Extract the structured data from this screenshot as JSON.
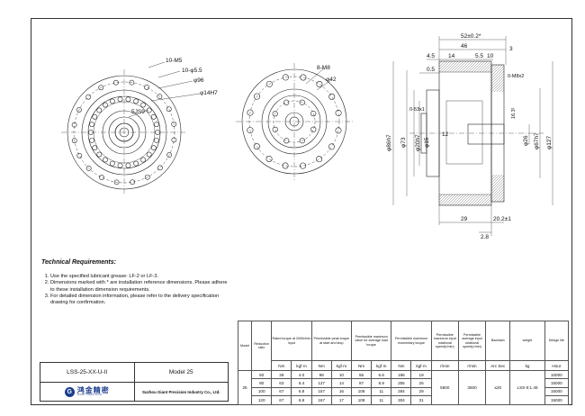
{
  "drawing": {
    "front_view": {
      "label_holes": "10-M5",
      "label_pin_holes": "10-φ5.5",
      "label_pcd": "φ96",
      "label_pilot": "φ14H7",
      "label_input": "5JS9"
    },
    "rear_view": {
      "label_holes": "8-M8",
      "label_pcd": "φ42"
    },
    "section_view": {
      "top_dims": [
        "52±0.2*",
        "46",
        "3",
        "4.5",
        "14",
        "5.5",
        "10",
        "0.5",
        "0-M8x2"
      ],
      "left_dims": [
        "0-53x1",
        "φ86h7",
        "φ73",
        "φ20h7",
        "φ15",
        "12"
      ],
      "right_dims": [
        "φ26",
        "φ67h7",
        "φ127",
        "16.3¹"
      ],
      "bottom_dims": [
        "29",
        "20.2±1",
        "2.8"
      ]
    }
  },
  "technical_requirements": {
    "title": "Technical Requirements:",
    "items": [
      "Use the specified lubricant grease: LF-2 or LF-3.",
      "Dimensions marked with * are installation reference dimensions. Please adhere to these installation dimension requirements.",
      "For detailed dimension information, please refer to the delivery specification drawing for confirmation."
    ]
  },
  "title_block": {
    "part_number": "LSS-25-XX-U-II",
    "model": "Model 25",
    "logo_cn": "鸿金精密",
    "logo_en": "GIANT PRECISION",
    "company": "Suzhou Giant Precision Industry Co., Ltd."
  },
  "spec_table": {
    "headers": [
      "Model",
      "Reduction ratio",
      "Rated torque at 2000r/min input",
      "Permissible peak torque at start and stop",
      "Permissible maximum value for average load torque",
      "Permissible maximum momentary torque",
      "Permissible maximum input rotational speed(r/min)",
      "Permissible average input rotational speed(r/min)",
      "Backlash",
      "weight",
      "Design life"
    ],
    "units": [
      "Nm",
      "kgf·m",
      "Nm",
      "kgf·m",
      "Nm",
      "kgf·m",
      "Nm",
      "kgf·m",
      "r/min",
      "r/min",
      "Arc Sec",
      "kg",
      "Hour"
    ],
    "model": "25",
    "max_speed": "5600",
    "avg_speed": "3500",
    "backlash": "≤20",
    "weight": "LSS-II:1.46",
    "rows": [
      [
        "50",
        "39",
        "4.0",
        "98",
        "10",
        "55",
        "5.6",
        "186",
        "19",
        "10000"
      ],
      [
        "80",
        "63",
        "6.4",
        "137",
        "14",
        "87",
        "8.9",
        "255",
        "26",
        "15000"
      ],
      [
        "100",
        "67",
        "6.8",
        "157",
        "16",
        "108",
        "11",
        "284",
        "29",
        "15000"
      ],
      [
        "120",
        "67",
        "6.8",
        "167",
        "17",
        "108",
        "11",
        "304",
        "31",
        "15000"
      ]
    ]
  }
}
